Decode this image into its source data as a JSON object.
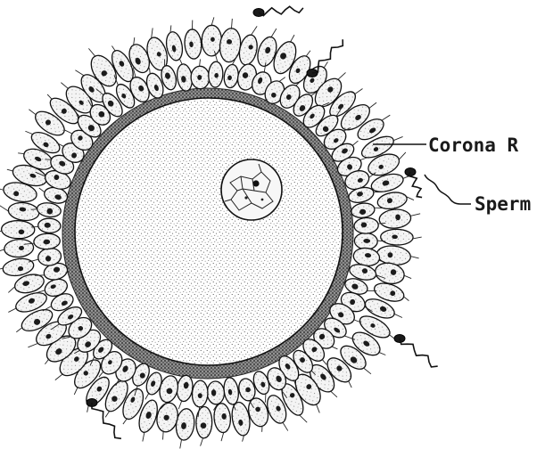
{
  "diagram": {
    "labels": {
      "corona": "Corona R",
      "sperm": "Sperm"
    },
    "corona_cell_count": 64,
    "sperm_count": 5,
    "colors": {
      "ink": "#1a1a1a",
      "paper": "#ffffff",
      "cell_fill": "#f3f3f3",
      "nucleus": "#222222"
    }
  }
}
